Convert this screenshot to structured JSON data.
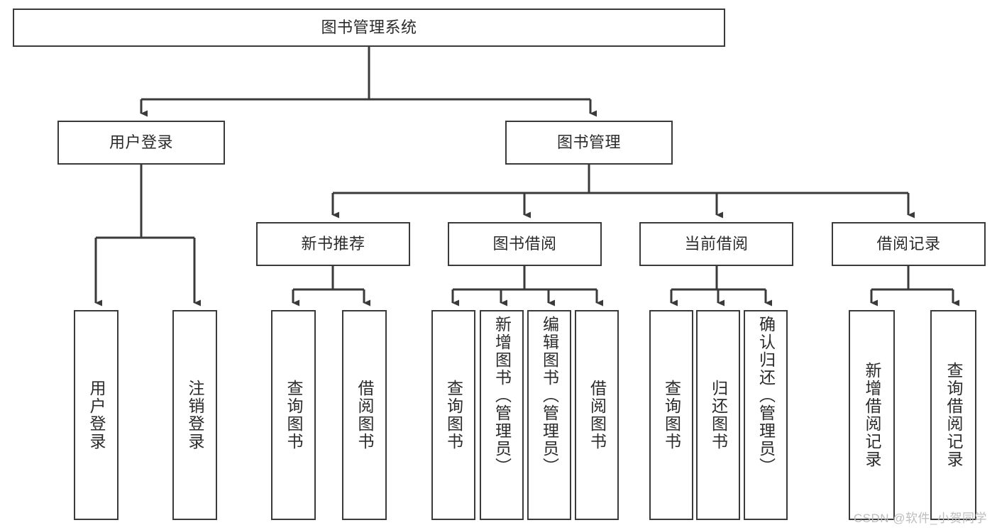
{
  "diagram": {
    "title": "图书管理系统",
    "type": "function-hierarchy-tree",
    "colors": {
      "box_border": "#3a3a3a",
      "box_fill": "#ffffff",
      "text": "#2b2b2b",
      "connector": "#3a3a3a",
      "watermark": "#bdbdbd"
    },
    "levels": {
      "root": "图书管理系统",
      "level2": [
        "用户登录",
        "图书管理"
      ],
      "level3": [
        "新书推荐",
        "图书借阅",
        "当前借阅",
        "借阅记录"
      ]
    },
    "nodes": {
      "root": {
        "label": "图书管理系统"
      },
      "user_login": {
        "label": "用户登录"
      },
      "book_manage": {
        "label": "图书管理"
      },
      "new_book_rec": {
        "label": "新书推荐"
      },
      "book_borrow": {
        "label": "图书借阅"
      },
      "current_borrow": {
        "label": "当前借阅"
      },
      "borrow_record": {
        "label": "借阅记录"
      }
    },
    "leaves": {
      "user_login": [
        {
          "label": "用户登录"
        },
        {
          "label": "注销登录"
        }
      ],
      "new_book_rec": [
        {
          "label": "查询图书"
        },
        {
          "label": "借阅图书"
        }
      ],
      "book_borrow": [
        {
          "label": "查询图书"
        },
        {
          "label": "新增图书（管理员）"
        },
        {
          "label": "编辑图书（管理员）"
        },
        {
          "label": "借阅图书"
        }
      ],
      "current_borrow": [
        {
          "label": "查询图书"
        },
        {
          "label": "归还图书"
        },
        {
          "label": "确认归还（管理员）"
        }
      ],
      "borrow_record": [
        {
          "label": "新增借阅记录"
        },
        {
          "label": "查询借阅记录"
        }
      ]
    },
    "watermark": "CSDN @软件_小贺同学"
  }
}
